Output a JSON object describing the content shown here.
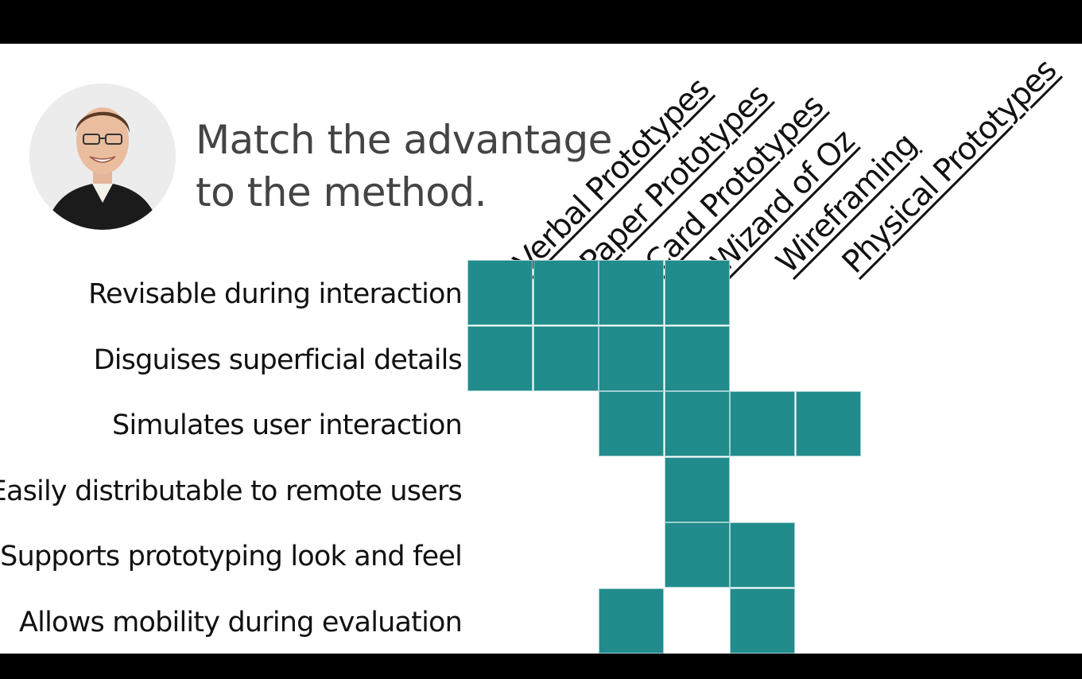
{
  "slide": {
    "title_lines": [
      "Match the advantage",
      "to the method."
    ]
  },
  "columns": [
    "Verbal Prototypes",
    "Paper Prototypes",
    "Card Prototypes",
    "Wizard of Oz",
    "Wireframing",
    "Physical Prototypes"
  ],
  "rows": [
    {
      "label": "Revisable during interaction",
      "cells": [
        true,
        true,
        true,
        true,
        false,
        false
      ]
    },
    {
      "label": "Disguises superficial details",
      "cells": [
        true,
        true,
        true,
        true,
        false,
        false
      ]
    },
    {
      "label": "Simulates user interaction",
      "cells": [
        false,
        false,
        true,
        true,
        true,
        true
      ]
    },
    {
      "label": "Easily distributable to remote users",
      "cells": [
        false,
        false,
        false,
        true,
        false,
        false
      ]
    },
    {
      "label": "Supports prototyping look and feel",
      "cells": [
        false,
        false,
        false,
        true,
        true,
        false
      ]
    },
    {
      "label": "Allows mobility during evaluation",
      "cells": [
        false,
        false,
        true,
        false,
        true,
        false
      ]
    }
  ],
  "colors": {
    "cell_fill": "#228b8b",
    "cell_grid": "#9fcfcf",
    "title_text": "#444444",
    "letterbox": "#000000"
  }
}
